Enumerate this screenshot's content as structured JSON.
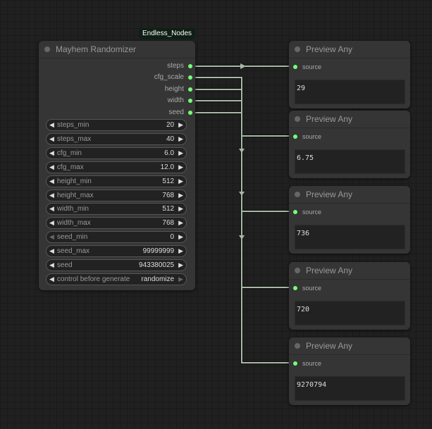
{
  "badge": "Endless_Nodes",
  "randomizer": {
    "title": "Mayhem Randomizer",
    "outputs": [
      "steps",
      "cfg_scale",
      "height",
      "width",
      "seed"
    ],
    "widgets": [
      {
        "label": "steps_min",
        "value": "20"
      },
      {
        "label": "steps_max",
        "value": "40"
      },
      {
        "label": "cfg_min",
        "value": "6.0"
      },
      {
        "label": "cfg_max",
        "value": "12.0"
      },
      {
        "label": "height_min",
        "value": "512"
      },
      {
        "label": "height_max",
        "value": "768"
      },
      {
        "label": "width_min",
        "value": "512"
      },
      {
        "label": "width_max",
        "value": "768"
      },
      {
        "label": "seed_min",
        "value": "0"
      },
      {
        "label": "seed_max",
        "value": "99999999"
      },
      {
        "label": "seed",
        "value": "943380025"
      },
      {
        "label": "control before generate",
        "value": "randomize"
      }
    ]
  },
  "previews": [
    {
      "title": "Preview Any",
      "input": "source",
      "value": "29"
    },
    {
      "title": "Preview Any",
      "input": "source",
      "value": "6.75"
    },
    {
      "title": "Preview Any",
      "input": "source",
      "value": "736"
    },
    {
      "title": "Preview Any",
      "input": "source",
      "value": "720"
    },
    {
      "title": "Preview Any",
      "input": "source",
      "value": "9270794"
    }
  ],
  "colors": {
    "wire": "#a8b8a8",
    "slot": "#77ff77",
    "badge_bg": "#0e1f14"
  }
}
